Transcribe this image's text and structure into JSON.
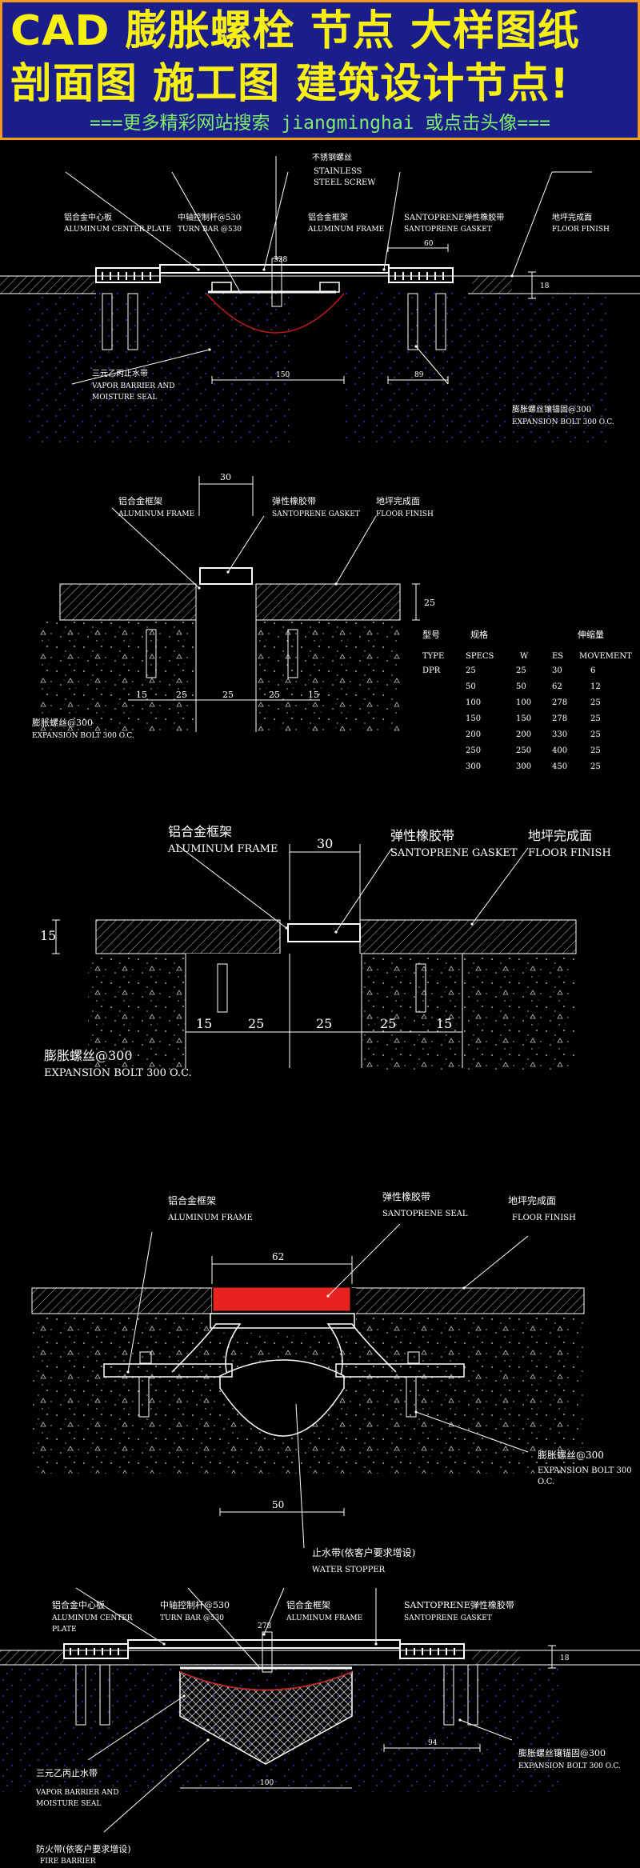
{
  "banner": {
    "line1": "CAD 膨胀螺栓 节点 大样图纸",
    "line2": "剖面图 施工图 建筑设计节点!",
    "line3": "===更多精彩网站搜索 jiangminghai 或点击头像==="
  },
  "d1": {
    "screw_cn": "不锈钢螺丝",
    "screw_en1": "STAINLESS",
    "screw_en2": "STEEL SCREW",
    "plate_cn": "铝合金中心板",
    "plate_en": "ALUMINUM CENTER PLATE",
    "turnbar_cn": "中轴控制杆@530",
    "turnbar_en": "TURN BAR @530",
    "frame_cn": "铝合金框架",
    "frame_en": "ALUMINUM FRAME",
    "gasket_cn": "SANTOPRENE弹性橡胶带",
    "gasket_en": "SANTOPRENE GASKET",
    "floor_cn": "地坪完成面",
    "floor_en": "FLOOR FINISH",
    "dim_328": "328",
    "dim_60": "60",
    "dim_18": "18",
    "dim_150": "150",
    "dim_89": "89",
    "vapor_cn": "三元乙丙止水带",
    "vapor_en1": "VAPOR BARRIER AND",
    "vapor_en2": "MOISTURE SEAL",
    "bolt_cn": "膨胀螺丝镶锚固@300",
    "bolt_en": "EXPANSION BOLT 300 O.C."
  },
  "d2": {
    "frame_cn": "铝合金框架",
    "frame_en": "ALUMINUM FRAME",
    "gasket_cn": "弹性橡胶带",
    "gasket_en": "SANTOPRENE GASKET",
    "floor_cn": "地坪完成面",
    "floor_en": "FLOOR FINISH",
    "dim_top": "30",
    "dim_side": "25",
    "dims": [
      "15",
      "25",
      "25",
      "25",
      "15"
    ],
    "bolt_cn": "膨胀螺丝@300",
    "bolt_en": "EXPANSION BOLT 300 O.C."
  },
  "spec_table": {
    "headers_cn": [
      "型号",
      "规格",
      "",
      "",
      "伸缩量"
    ],
    "headers_en": [
      "TYPE",
      "SPECS",
      "W",
      "ES",
      "MOVEMENT"
    ],
    "rows": [
      [
        "DPR",
        "25",
        "25",
        "30",
        "6"
      ],
      [
        "",
        "50",
        "50",
        "62",
        "12"
      ],
      [
        "",
        "100",
        "100",
        "278",
        "25"
      ],
      [
        "",
        "150",
        "150",
        "278",
        "25"
      ],
      [
        "",
        "200",
        "200",
        "330",
        "25"
      ],
      [
        "",
        "250",
        "250",
        "400",
        "25"
      ],
      [
        "",
        "300",
        "300",
        "450",
        "25"
      ]
    ]
  },
  "d3": {
    "frame_cn": "铝合金框架",
    "frame_en": "ALUMINUM FRAME",
    "gasket_cn": "弹性橡胶带",
    "gasket_en": "SANTOPRENE GASKET",
    "floor_cn": "地坪完成面",
    "floor_en": "FLOOR FINISH",
    "dim_top": "30",
    "dim_side": "15",
    "dims": [
      "15",
      "25",
      "25",
      "25",
      "15"
    ],
    "bolt_cn": "膨胀螺丝@300",
    "bolt_en": "EXPANSION BOLT 300 O.C."
  },
  "d4": {
    "frame_cn": "铝合金框架",
    "frame_en": "ALUMINUM FRAME",
    "seal_cn": "弹性橡胶带",
    "seal_en": "SANTOPRENE SEAL",
    "floor_cn": "地坪完成面",
    "floor_en": "FLOOR FINISH",
    "dim_top": "62",
    "dim_bottom": "50",
    "bolt_cn": "膨胀螺丝@300",
    "bolt_en1": "EXPANSION BOLT 300",
    "bolt_en2": "O.C.",
    "stop_cn": "止水带(依客户要求增设)",
    "stop_en": "WATER STOPPER"
  },
  "d5": {
    "plate_cn": "铝合金中心板",
    "plate_en1": "ALUMINUM CENTER",
    "plate_en2": "PLATE",
    "turnbar_cn": "中轴控制杆@530",
    "turnbar_en": "TURN BAR @530",
    "frame_cn": "铝合金框架",
    "frame_en": "ALUMINUM FRAME",
    "gasket_cn": "SANTOPRENE弹性橡胶带",
    "gasket_en": "SANTOPRENE GASKET",
    "dim_278": "278",
    "dim_18": "18",
    "dim_94": "94",
    "dim_100": "100",
    "vapor_cn": "三元乙丙止水带",
    "vapor_en1": "VAPOR BARRIER AND",
    "vapor_en2": "MOISTURE SEAL",
    "fire_cn": "防火带(依客户要求增设)",
    "fire_en": "FIRE BARRIER",
    "bolt_cn": "膨胀螺丝镶锚固@300",
    "bolt_en": "EXPANSION BOLT 300 O.C."
  },
  "colors": {
    "banner_bg": "#1a1d8a",
    "banner_border": "#f39a1d",
    "banner_title": "#f7ee12",
    "banner_sub": "#7ef06a",
    "seal_red": "#e8231f",
    "wave_red": "#c21a1a"
  }
}
